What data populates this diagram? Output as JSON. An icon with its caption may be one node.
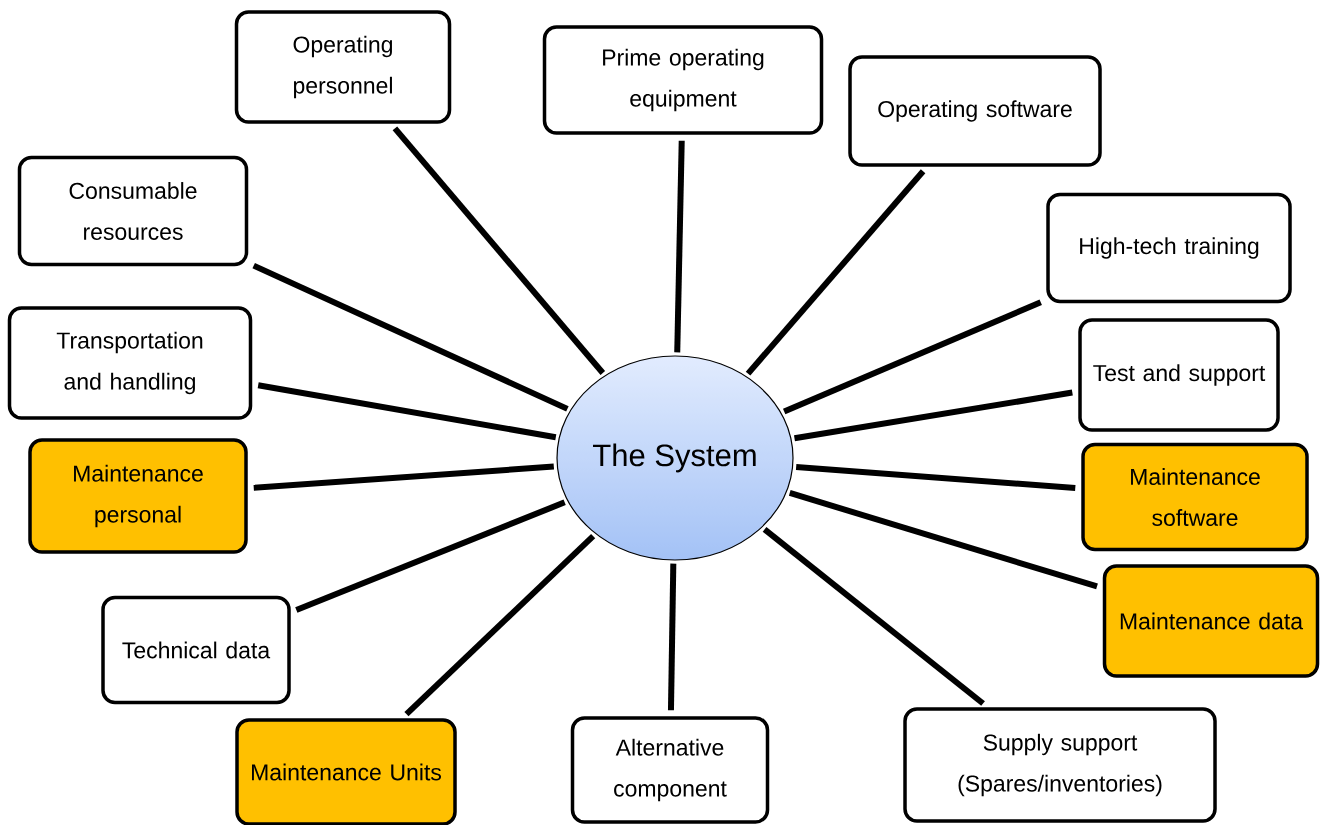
{
  "diagram": {
    "nodes": [
      {
        "text": [
          "The System"
        ]
      },
      {
        "text": [
          "Operating personnel"
        ]
      },
      {
        "text": [
          "Prime operating equipment"
        ]
      },
      {
        "text": [
          "Operating software"
        ]
      },
      {
        "text": [
          "Consumable resources"
        ]
      },
      {
        "text": [
          "High-tech training"
        ]
      },
      {
        "text": [
          "Transportation and handling"
        ]
      },
      {
        "text": [
          "Test and support"
        ]
      },
      {
        "text": [
          "Maintenance personal"
        ]
      },
      {
        "text": [
          "Maintenance software"
        ]
      },
      {
        "text": [
          "Technical data"
        ]
      },
      {
        "text": [
          "Maintenance data"
        ]
      },
      {
        "text": [
          "Maintenance Units"
        ]
      },
      {
        "text": [
          "Alternative component"
        ]
      },
      {
        "text": [
          "Supply support (Spares/inventories)"
        ]
      }
    ],
    "edges": [
      {
        "from": 0,
        "to": 1,
        "arrow": "none"
      },
      {
        "from": 0,
        "to": 2,
        "arrow": "none"
      },
      {
        "from": 0,
        "to": 3,
        "arrow": "none"
      },
      {
        "from": 0,
        "to": 4,
        "arrow": "none"
      },
      {
        "from": 0,
        "to": 5,
        "arrow": "none"
      },
      {
        "from": 0,
        "to": 6,
        "arrow": "none"
      },
      {
        "from": 0,
        "to": 7,
        "arrow": "none"
      },
      {
        "from": 0,
        "to": 8,
        "arrow": "none"
      },
      {
        "from": 0,
        "to": 9,
        "arrow": "none"
      },
      {
        "from": 0,
        "to": 10,
        "arrow": "none"
      },
      {
        "from": 0,
        "to": 11,
        "arrow": "none"
      },
      {
        "from": 0,
        "to": 12,
        "arrow": "none"
      },
      {
        "from": 0,
        "to": 13,
        "arrow": "none"
      },
      {
        "from": 0,
        "to": 14,
        "arrow": "none"
      }
    ]
  }
}
